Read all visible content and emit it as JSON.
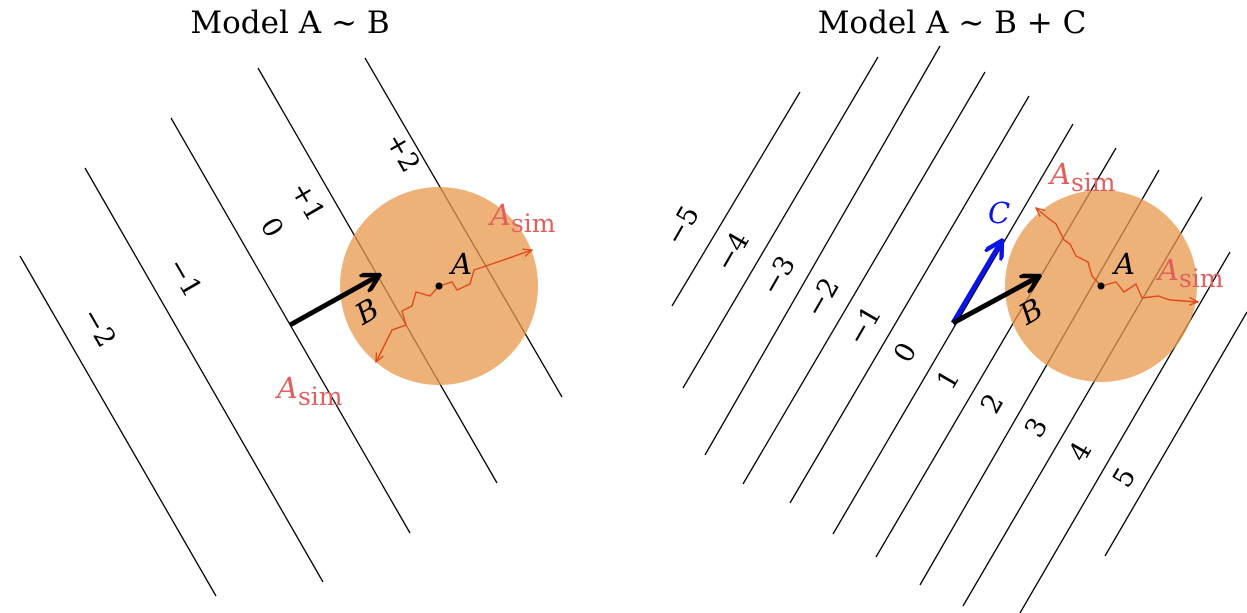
{
  "colors": {
    "circle_fill": "#e8974a",
    "circle_opacity": 0.75,
    "sim_path": "#e04a1a",
    "sim_label": "#e06060",
    "vector_b": "#000000",
    "vector_c": "#0a14e6"
  },
  "left_panel": {
    "title": "Model  A ∼ B",
    "contour_labels": [
      "−2",
      "−1",
      "0",
      "+1",
      "+2"
    ],
    "vector_b_label": "B",
    "point_label": "A",
    "sim_label_main": "A",
    "sim_label_sub": "sim"
  },
  "right_panel": {
    "title": "Model  A ∼ B + C",
    "contour_labels": [
      "−5",
      "−4",
      "−3",
      "−2",
      "−1",
      "0",
      "1",
      "2",
      "3",
      "4",
      "5"
    ],
    "vector_b_label": "B",
    "vector_c_label": "C",
    "point_label": "A",
    "sim_label_main": "A",
    "sim_label_sub": "sim"
  }
}
